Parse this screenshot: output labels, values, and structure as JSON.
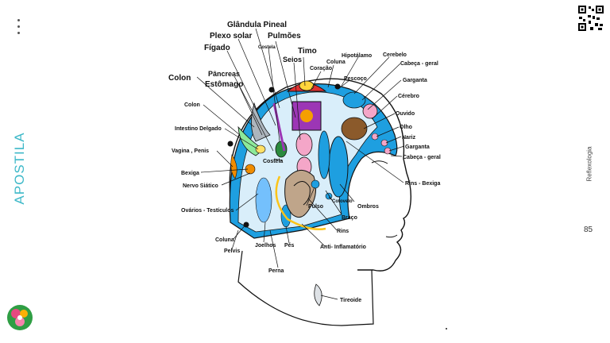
{
  "side_title": "APOSTILA",
  "side_subtitle": "Reflexologia",
  "page_number": "85",
  "colors": {
    "accent": "#3db8c8",
    "region_blue": "#1e9fe0",
    "outline": "#111111"
  },
  "labels": {
    "glandula_pineal": "Glândula Pineal",
    "plexo_solar": "Plexo solar",
    "pulmoes": "Pulmões",
    "figado": "Fígado",
    "costela_top": "Costela",
    "timo": "Timo",
    "seios": "Seios",
    "hipotalamo": "Hipotálamo",
    "coluna_top": "Coluna",
    "coracao": "Coração",
    "cerebelo": "Cerebelo",
    "cabeca_geral_top": "Cabeça - geral",
    "pescoco": "Pescoço",
    "pancreas": "Pâncreas",
    "colon_1": "Colon",
    "estomago": "Estômago",
    "garganta_top": "Garganta",
    "cerebro": "Cérebro",
    "colon_2": "Colon",
    "ouvido": "Ouvido",
    "intestino": "Intestino Delgado",
    "olho": "Olho",
    "nariz": "Nariz",
    "garganta": "Garganta",
    "vagina": "Vagina , Penis",
    "cabeca_geral": "Cabeça - geral",
    "costela_mid": "Costela",
    "bexiga": "Bexiga",
    "rins_bexiga": "Rins - Bexiga",
    "nervo": "Nervo Siático",
    "cotovelo": "Cotovelo",
    "ombros": "Ombros",
    "ovarios": "Ovários - Testículos",
    "pulso": "Pulso",
    "braco": "Braço",
    "rins": "Rins",
    "coluna": "Coluna",
    "pelvis": "Pelvis",
    "joelhos": "Joelhos",
    "pes": "Pés",
    "anti": "Anti- Inflamatório",
    "perna": "Perna",
    "tireoide": "Tireoide"
  }
}
